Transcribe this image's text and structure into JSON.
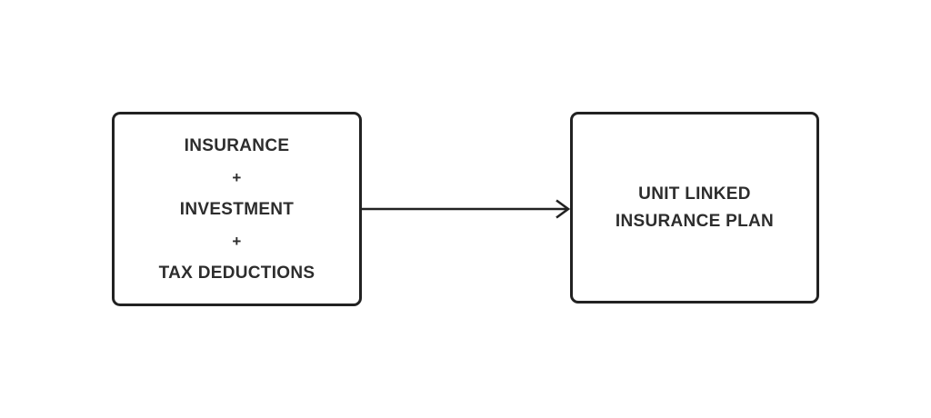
{
  "diagram": {
    "left_box": {
      "lines": [
        "INSURANCE",
        "+",
        "INVESTMENT",
        "+",
        "TAX DEDUCTIONS"
      ]
    },
    "right_box": {
      "lines": [
        "UNIT LINKED",
        "INSURANCE PLAN"
      ]
    },
    "arrow": {
      "direction": "right",
      "from": "left_box",
      "to": "right_box"
    },
    "colors": {
      "background": "#ffffff",
      "border": "#222222",
      "text": "#2d2d2d",
      "arrow": "#222222"
    }
  }
}
